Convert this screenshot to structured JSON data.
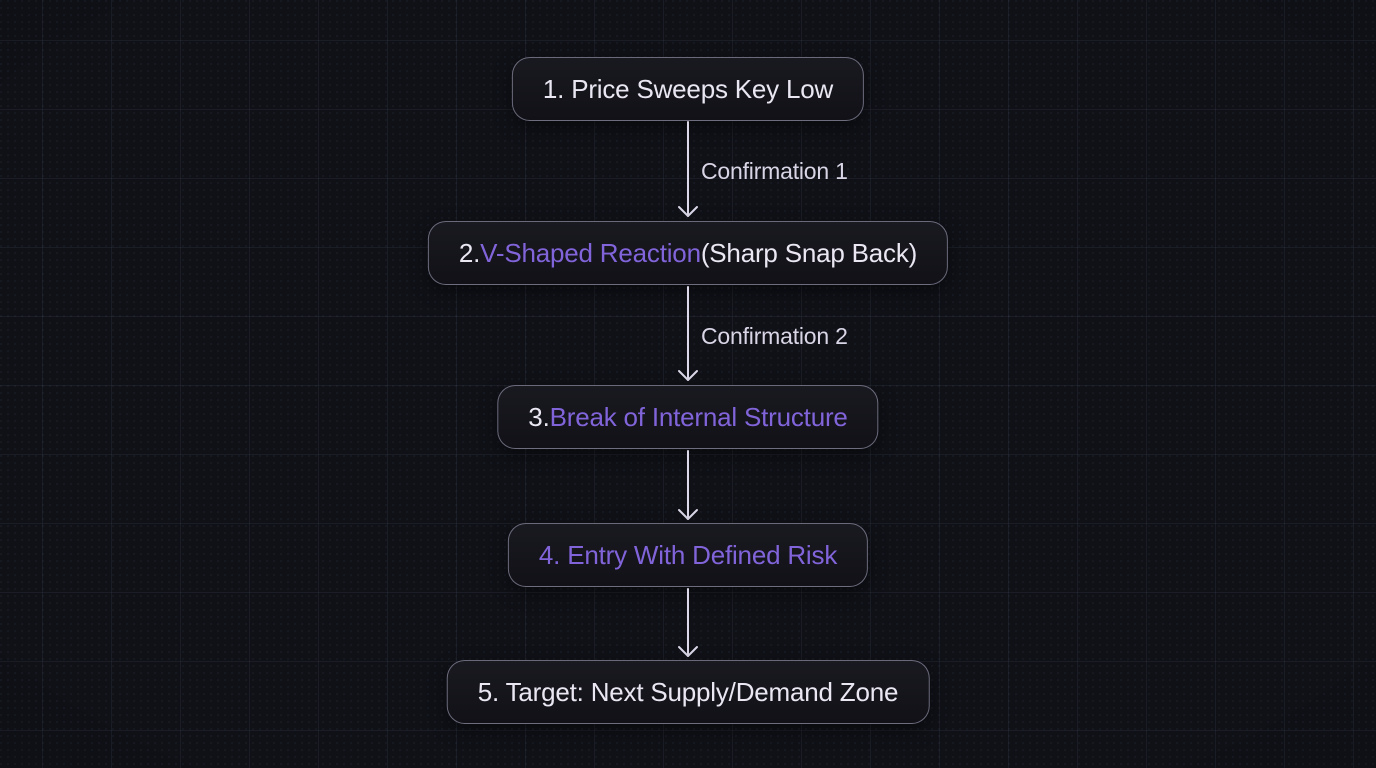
{
  "flow": {
    "nodes": [
      {
        "id": "step-1",
        "segments": [
          {
            "text": "1. Price Sweeps Key Low",
            "style": "default"
          }
        ]
      },
      {
        "id": "step-2",
        "segments": [
          {
            "text": "2. ",
            "style": "default"
          },
          {
            "text": "V-Shaped Reaction",
            "style": "accent"
          },
          {
            "text": " (Sharp Snap Back)",
            "style": "default"
          }
        ]
      },
      {
        "id": "step-3",
        "segments": [
          {
            "text": "3. ",
            "style": "default"
          },
          {
            "text": "Break of Internal Structure",
            "style": "accent"
          }
        ]
      },
      {
        "id": "step-4",
        "segments": [
          {
            "text": "4. Entry With Defined Risk",
            "style": "accent"
          }
        ]
      },
      {
        "id": "step-5",
        "segments": [
          {
            "text": "5. Target: Next Supply/Demand Zone",
            "style": "default"
          }
        ]
      }
    ],
    "edges": [
      {
        "from": "step-1",
        "to": "step-2",
        "label": "Confirmation 1"
      },
      {
        "from": "step-2",
        "to": "step-3",
        "label": "Confirmation 2"
      },
      {
        "from": "step-3",
        "to": "step-4"
      },
      {
        "from": "step-4",
        "to": "step-5"
      }
    ]
  },
  "colors": {
    "background": "#0f1117",
    "grid_line": "#232736",
    "node_fill": "#15151c",
    "node_border": "#8b8ba3",
    "text_primary": "#eae7f3",
    "accent_purple": "#8164da",
    "arrow": "#ddd9ea",
    "edge_label_text": "#d9d5e6"
  }
}
